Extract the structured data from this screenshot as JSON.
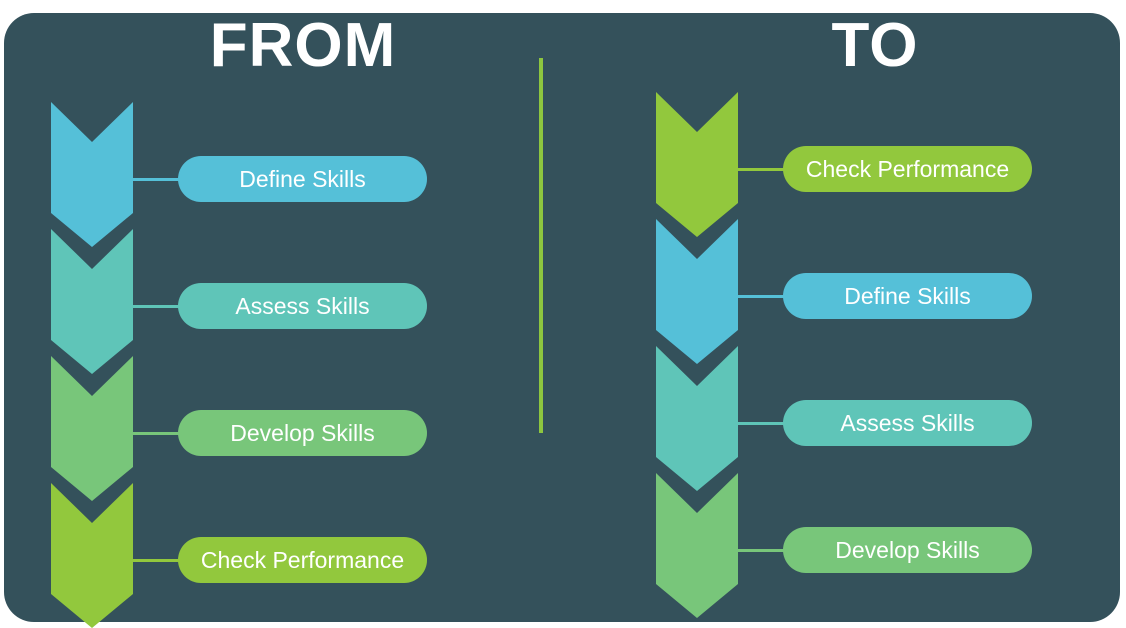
{
  "palette": {
    "page_background": "#FFFFFF",
    "card_background": "#34515B",
    "text_white": "#FFFFFF",
    "blue": "#55C0D8",
    "teal": "#5FC5B8",
    "green": "#78C67A",
    "lime": "#92C83D",
    "divider": "#8DC63F"
  },
  "from": {
    "title": "FROM",
    "steps": [
      {
        "label": "Define Skills",
        "color": "blue"
      },
      {
        "label": "Assess Skills",
        "color": "teal"
      },
      {
        "label": "Develop Skills",
        "color": "green"
      },
      {
        "label": "Check Performance",
        "color": "lime"
      }
    ]
  },
  "to": {
    "title": "TO",
    "steps": [
      {
        "label": "Check Performance",
        "color": "lime"
      },
      {
        "label": "Define Skills",
        "color": "blue"
      },
      {
        "label": "Assess Skills",
        "color": "teal"
      },
      {
        "label": "Develop Skills",
        "color": "green"
      }
    ]
  }
}
